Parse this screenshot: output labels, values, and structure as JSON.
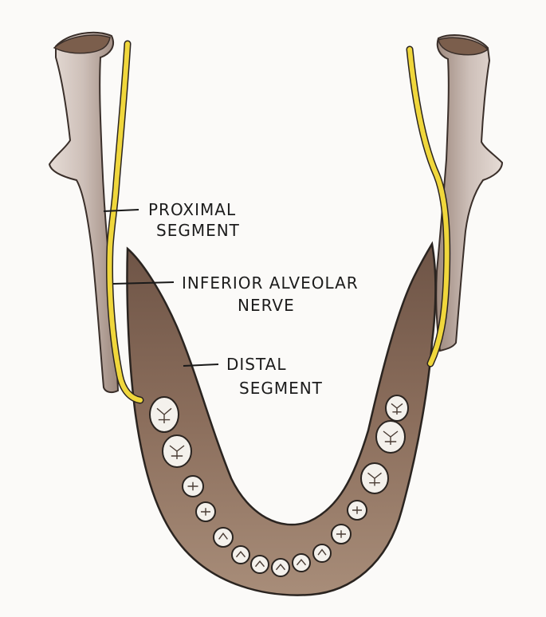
{
  "labels": {
    "proximal_line1": "PROXIMAL",
    "proximal_line2": "SEGMENT",
    "nerve_line1": "INFERIOR ALVEOLAR",
    "nerve_line2": "NERVE",
    "distal_line1": "DISTAL",
    "distal_line2": "SEGMENT"
  },
  "colors": {
    "background": "#fbfaf8",
    "proximal_bone": "#cdbfb8",
    "proximal_bone_dark": "#8a766c",
    "distal_bone": "#8b6e5c",
    "distal_bone_light": "#b59a86",
    "nerve": "#f0d73c",
    "tooth": "#f4f1ec",
    "outline": "#2a2420"
  }
}
